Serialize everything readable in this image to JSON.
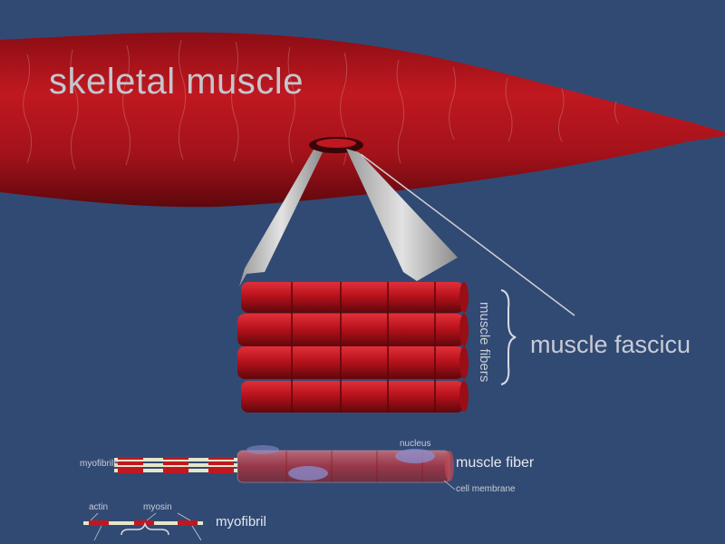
{
  "title": "skeletal muscle",
  "labels": {
    "fascicle": "muscle fascicu",
    "fibers": "muscle fibers",
    "fiber": "muscle fiber",
    "nucleus": "nucleus",
    "membrane": "cell membrane",
    "myofibrils": "myofibrils",
    "actin": "actin",
    "myosin": "myosin",
    "myofibril": "myofibril"
  },
  "colors": {
    "background": "#314a74",
    "muscle": "#b5121b",
    "muscle_dark": "#6a0a0f",
    "connector": "#c9c9c9",
    "nucleus": "#8a8fd0",
    "text": "#d8dbe2"
  }
}
